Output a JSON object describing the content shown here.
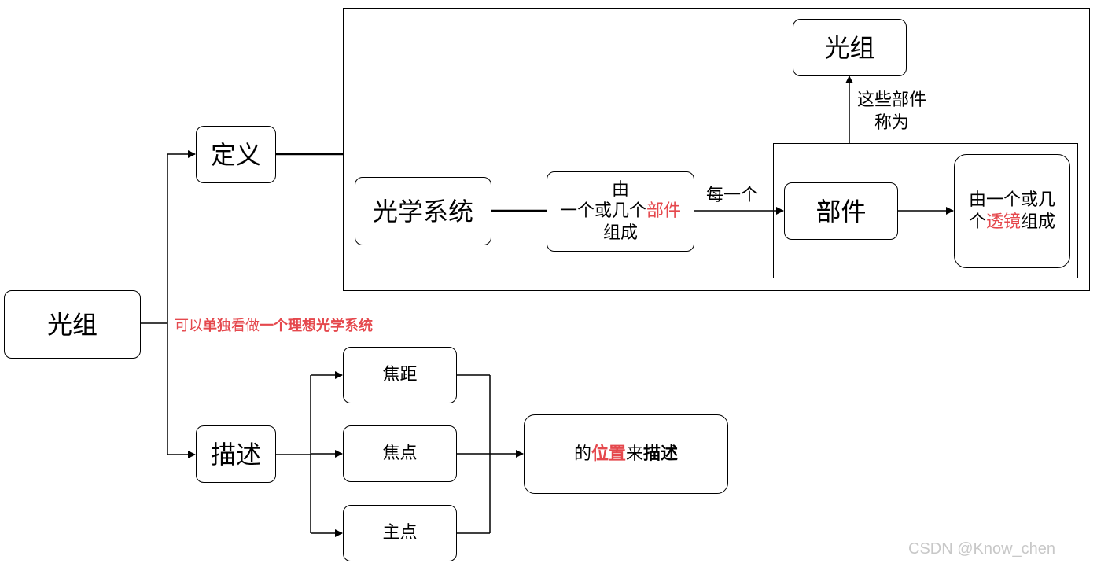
{
  "nodes": {
    "guangzu_root": "光组",
    "dingyi": "定义",
    "miaoshu": "描述",
    "guangxue_xitong": "光学系统",
    "composed_line1": "由",
    "composed_pre": "一个或几个",
    "composed_red": "部件",
    "composed_line3": "组成",
    "bujian": "部件",
    "lens_pre": "由一个或几",
    "lens_mid1": "个",
    "lens_red": "透镜",
    "lens_post": "组成",
    "guangzu_top": "光组",
    "jiaoju": "焦距",
    "jiaodian": "焦点",
    "zhudian": "主点",
    "result_a": "的",
    "result_red": "位置",
    "result_b": "来",
    "result_bold": "描述"
  },
  "edge_labels": {
    "meiyige": "每一个",
    "called_line1": "这些部件",
    "called_line2": "称为",
    "note_a": "可以",
    "note_b": "单独",
    "note_c": "看做",
    "note_d": "一个理想光学系统"
  },
  "watermark": "CSDN @Know_chen",
  "colors": {
    "accent_red": "#e5484d",
    "stroke": "#000000"
  }
}
